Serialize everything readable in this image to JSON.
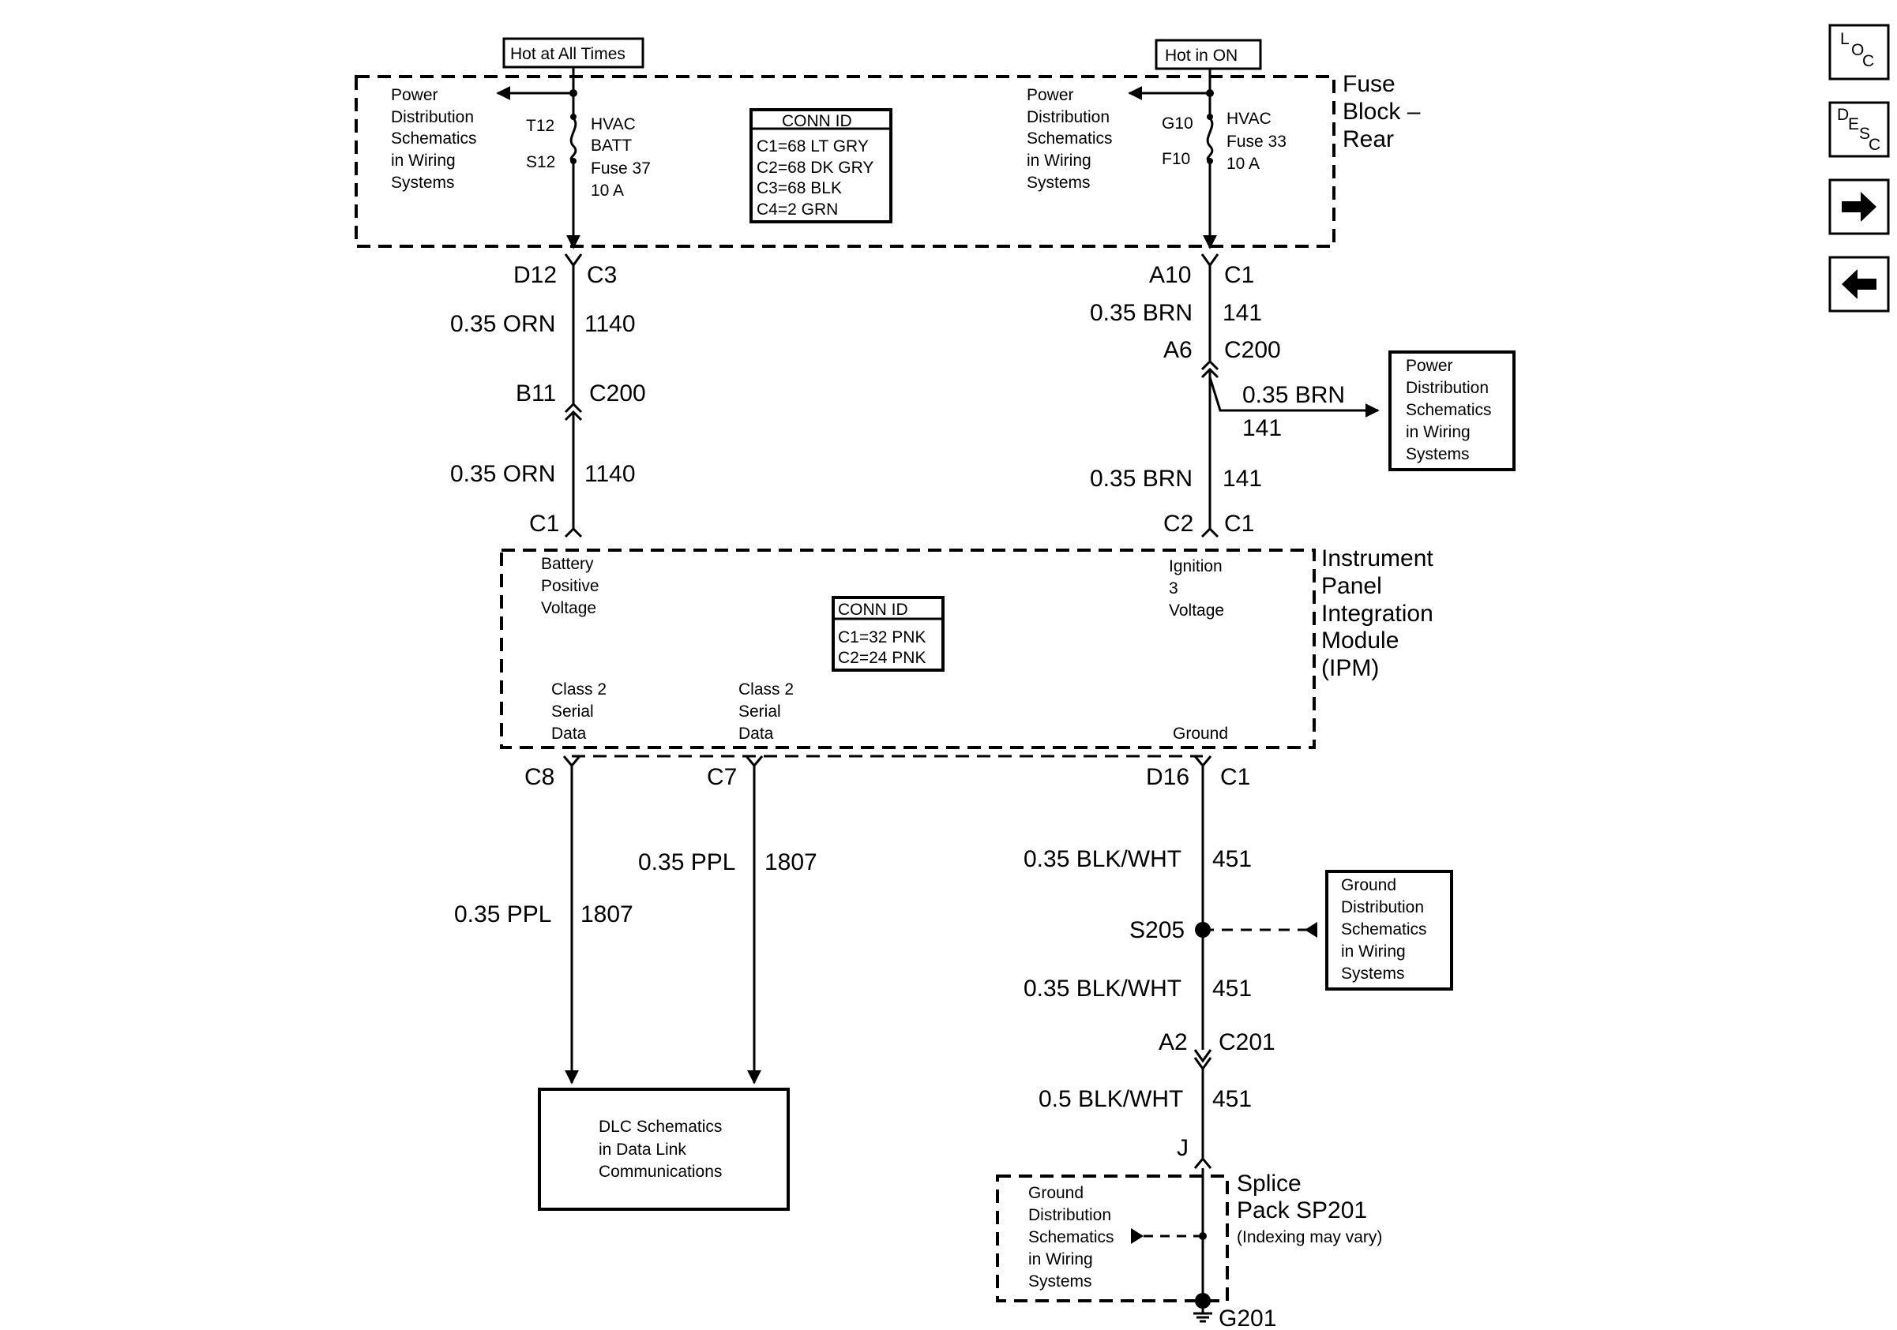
{
  "nav": {
    "loc": [
      "L",
      "O",
      "C"
    ],
    "desc": [
      "D",
      "E",
      "S",
      "C"
    ],
    "next_icon": "arrow-right",
    "prev_icon": "arrow-left"
  },
  "fuse_block": {
    "title": [
      "Fuse",
      "Block –",
      "Rear"
    ],
    "hot_at_all_times": "Hot at All Times",
    "hot_in_on": "Hot in ON",
    "left_ref": [
      "Power",
      "Distribution",
      "Schematics",
      "in Wiring",
      "Systems"
    ],
    "right_ref": [
      "Power",
      "Distribution",
      "Schematics",
      "in Wiring",
      "Systems"
    ],
    "left_fuse": {
      "top_pin": "T12",
      "bottom_pin": "S12",
      "label": [
        "HVAC",
        "BATT",
        "Fuse 37",
        "10 A"
      ]
    },
    "right_fuse": {
      "top_pin": "G10",
      "bottom_pin": "F10",
      "label": [
        "HVAC",
        "Fuse 33",
        "10 A"
      ]
    },
    "conn_id": {
      "title": "CONN ID",
      "rows": [
        "C1=68 LT GRY",
        "C2=68 DK GRY",
        "C3=68 BLK",
        "C4=2 GRN"
      ]
    }
  },
  "left_circuit": {
    "top_pin": "D12",
    "top_conn": "C3",
    "wire1": "0.35 ORN",
    "circ1": "1140",
    "mid_pin": "B11",
    "mid_conn": "C200",
    "wire2": "0.35 ORN",
    "circ2": "1140",
    "bottom_conn": "C1"
  },
  "right_circuit": {
    "top_pin": "A10",
    "top_conn": "C1",
    "wire1": "0.35 BRN",
    "circ1": "141",
    "mid_pin": "A6",
    "mid_conn": "C200",
    "branch_wire": "0.35 BRN",
    "branch_circ": "141",
    "branch_ref": [
      "Power",
      "Distribution",
      "Schematics",
      "in Wiring",
      "Systems"
    ],
    "wire2": "0.35 BRN",
    "circ2": "141",
    "bottom_pin": "C2",
    "bottom_conn": "C1"
  },
  "ipm": {
    "title": [
      "Instrument",
      "Panel",
      "Integration",
      "Module",
      "(IPM)"
    ],
    "battery": [
      "Battery",
      "Positive",
      "Voltage"
    ],
    "ignition": [
      "Ignition",
      "3",
      "Voltage"
    ],
    "conn_id": {
      "title": "CONN ID",
      "rows": [
        "C1=32 PNK",
        "C2=24 PNK"
      ]
    },
    "serial1": [
      "Class 2",
      "Serial",
      "Data"
    ],
    "serial2": [
      "Class 2",
      "Serial",
      "Data"
    ],
    "ground": "Ground"
  },
  "lower": {
    "c8": "C8",
    "c7": "C7",
    "d16": "D16",
    "c1": "C1",
    "ppl1_wire": "0.35 PPL",
    "ppl1_circ": "1807",
    "ppl2_wire": "0.35 PPL",
    "ppl2_circ": "1807",
    "dlc_ref": [
      "DLC Schematics",
      "in Data Link",
      "Communications"
    ],
    "gnd_wire1": "0.35 BLK/WHT",
    "gnd_circ1": "451",
    "splice": "S205",
    "ground_ref": [
      "Ground",
      "Distribution",
      "Schematics",
      "in Wiring",
      "Systems"
    ],
    "gnd_wire2": "0.35 BLK/WHT",
    "gnd_circ2": "451",
    "c201_pin": "A2",
    "c201": "C201",
    "gnd_wire3": "0.5 BLK/WHT",
    "gnd_circ3": "451",
    "j_pin": "J",
    "splice_pack": [
      "Splice",
      "Pack SP201",
      "(Indexing may vary)"
    ],
    "sp_ground_ref": [
      "Ground",
      "Distribution",
      "Schematics",
      "in Wiring",
      "Systems"
    ],
    "g201": "G201"
  }
}
